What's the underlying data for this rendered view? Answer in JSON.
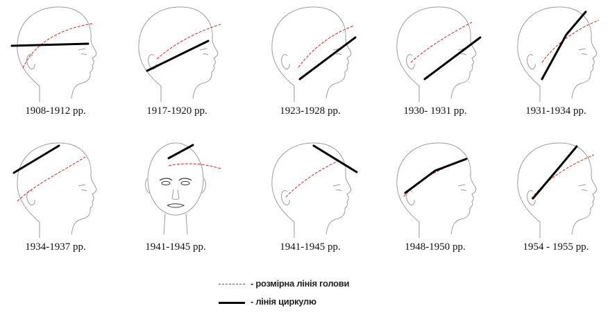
{
  "diagram": {
    "colors": {
      "head_outline": "#9a9a9a",
      "head_measurement_line": "#e0201c",
      "hat_line": "#000000"
    },
    "panels": [
      {
        "caption": "1908-1912 pp.",
        "view": "profile",
        "hat_line": "horizontal-high"
      },
      {
        "caption": "1917-1920 pp.",
        "view": "profile",
        "hat_line": "slanted-low-back"
      },
      {
        "caption": "1923-1928 pp.",
        "view": "profile",
        "hat_line": "slanted-down-back"
      },
      {
        "caption": "1930- 1931 pp.",
        "view": "profile",
        "hat_line": "slanted-down-back"
      },
      {
        "caption": "1931-1934 pp.",
        "view": "profile",
        "hat_line": "steep-diagonal"
      },
      {
        "caption": "1934-1937 pp.",
        "view": "profile",
        "hat_line": "high-forward"
      },
      {
        "caption": "1941-1945 pp.",
        "view": "front",
        "hat_line": "crown-slant"
      },
      {
        "caption": "1941-1945 pp.",
        "view": "profile",
        "hat_line": "down-to-front"
      },
      {
        "caption": "1948-1950 pp.",
        "view": "profile",
        "hat_line": "parallel-above"
      },
      {
        "caption": "1954 - 1955 pp.",
        "view": "profile",
        "hat_line": "steep-diagonal-rising"
      }
    ]
  },
  "legend": {
    "head_line_label": "- розмірна лінія голови",
    "hat_line_label": "- лінія циркулю"
  }
}
